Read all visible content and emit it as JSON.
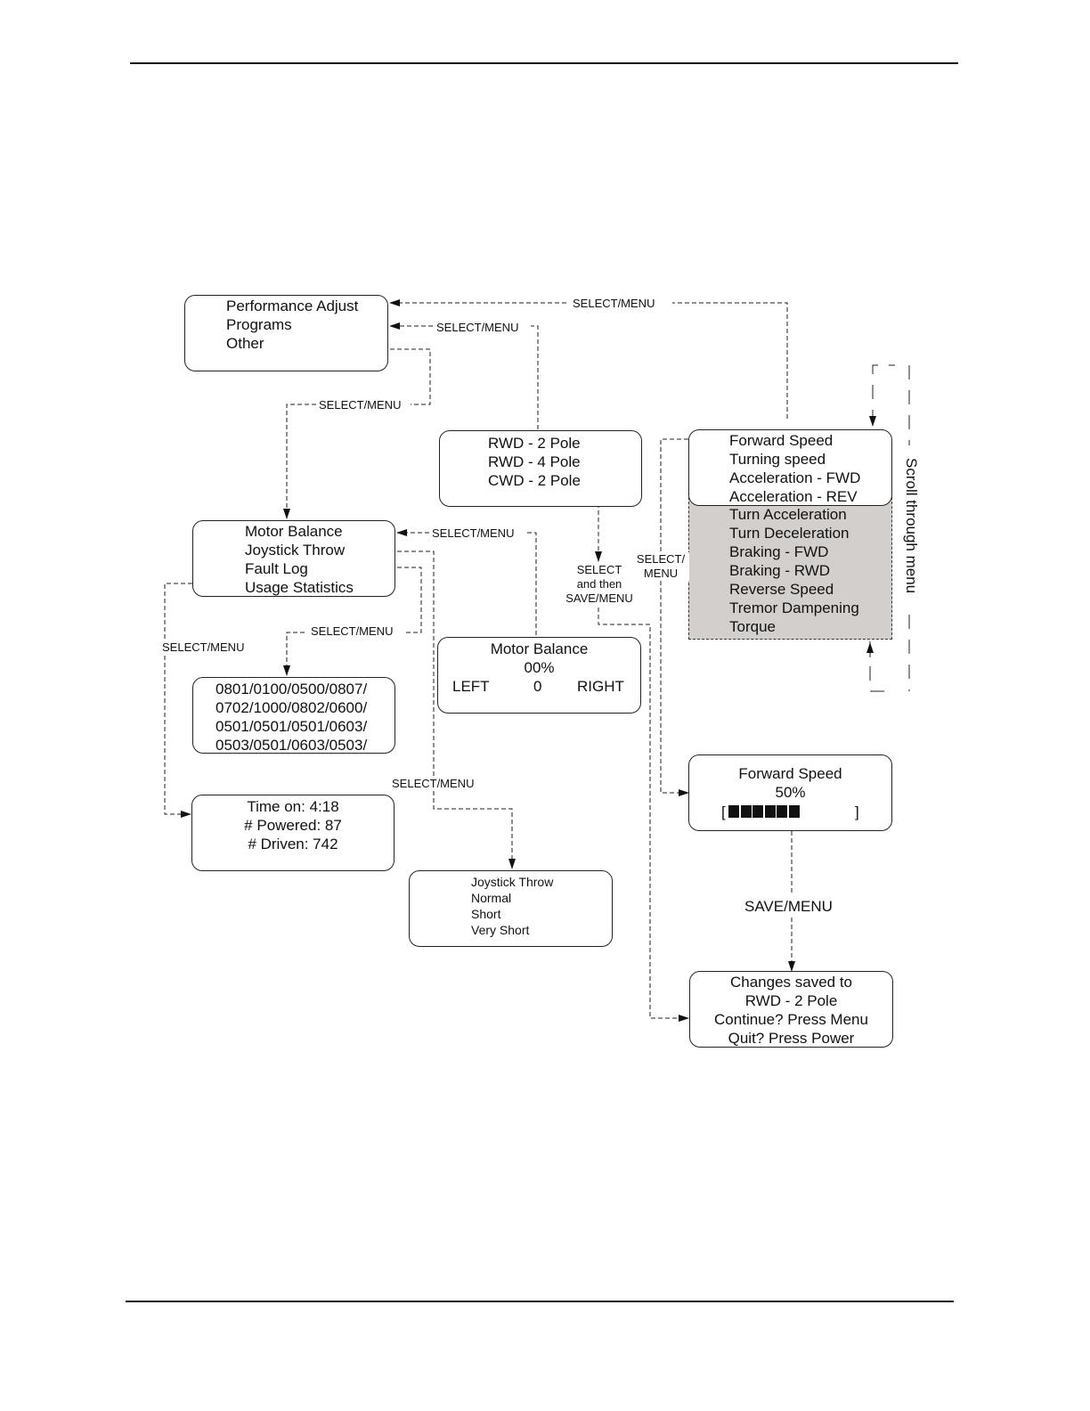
{
  "menu_main": {
    "items": [
      "Performance Adjust",
      "Programs",
      "Other"
    ],
    "selected_index": 0
  },
  "menu_programs": {
    "items": [
      "RWD - 2 Pole",
      "RWD - 4 Pole",
      "CWD - 2 Pole"
    ],
    "selected_index": 0
  },
  "menu_other": {
    "items": [
      "Motor Balance",
      "Joystick Throw",
      "Fault Log",
      "Usage Statistics"
    ],
    "selected_index": 0
  },
  "menu_performance": {
    "visible_items": [
      "Forward Speed",
      "Turning speed",
      "Acceleration - FWD",
      "Acceleration - REV"
    ],
    "scroll_items": [
      "Turn Acceleration",
      "Turn Deceleration",
      "Braking - FWD",
      "Braking - RWD",
      "Reverse Speed",
      "Tremor Dampening",
      "Torque"
    ],
    "selected_index": 0,
    "scroll_color": "#d3cfcd"
  },
  "fault_log": {
    "lines": [
      "0801/0100/0500/0807/",
      "0702/1000/0802/0600/",
      "0501/0501/0501/0603/",
      "0503/0501/0603/0503/"
    ]
  },
  "usage_stats": {
    "time_on": "Time on:  4:18",
    "powered": "# Powered: 87",
    "driven": "# Driven: 742"
  },
  "motor_balance": {
    "title": "Motor Balance",
    "value": "00%",
    "left": "LEFT",
    "center": "0",
    "right": "RIGHT"
  },
  "joystick_throw": {
    "lines": [
      "Joystick Throw",
      "Normal",
      "Short",
      "Very Short"
    ]
  },
  "forward_speed": {
    "title": "Forward Speed",
    "value": "50%",
    "bar_open": "[",
    "bar_close": "]",
    "bar_fraction": 0.5,
    "bar_segments_filled": 6
  },
  "changes_saved": {
    "lines": [
      "Changes saved to",
      "RWD - 2 Pole",
      "Continue? Press Menu",
      "Quit? Press Power"
    ]
  },
  "labels": {
    "select_menu": "SELECT/MENU",
    "select_then_save_1": "SELECT",
    "select_then_save_2": "and then",
    "select_then_save_3": "SAVE/MENU",
    "select_slash": "SELECT/",
    "menu": "MENU",
    "save_menu": "SAVE/MENU",
    "scroll": "Scroll through menu"
  }
}
